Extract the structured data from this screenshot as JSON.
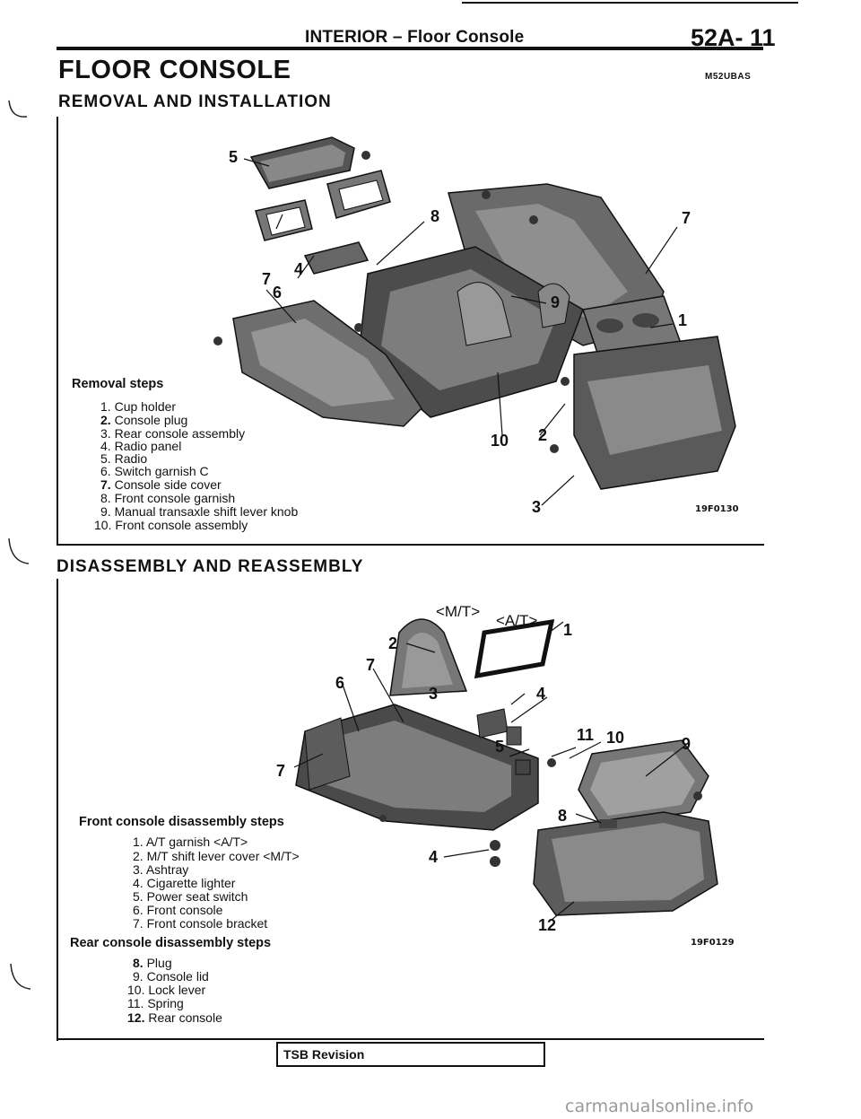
{
  "header": {
    "title": "INTERIOR – Floor Console",
    "page_number": "52A- 11"
  },
  "section": {
    "title": "FLOOR CONSOLE",
    "code": "M52UBAS"
  },
  "removal": {
    "title": "REMOVAL AND INSTALLATION",
    "steps_heading": "Removal steps",
    "steps": [
      {
        "num": "1.",
        "text": "Cup holder",
        "bold": false
      },
      {
        "num": "2.",
        "text": "Console plug",
        "bold": true
      },
      {
        "num": "3.",
        "text": "Rear console assembly",
        "bold": false
      },
      {
        "num": "4.",
        "text": "Radio panel",
        "bold": false
      },
      {
        "num": "5.",
        "text": "Radio",
        "bold": false
      },
      {
        "num": "6.",
        "text": "Switch garnish C",
        "bold": false
      },
      {
        "num": "7.",
        "text": "Console side cover",
        "bold": true
      },
      {
        "num": "8.",
        "text": "Front console garnish",
        "bold": false
      },
      {
        "num": "9.",
        "text": "Manual transaxle shift lever knob",
        "bold": false
      },
      {
        "num": "10.",
        "text": "Front console assembly",
        "bold": false
      }
    ],
    "figure_code": "19F0130",
    "callouts": [
      "5",
      "8",
      "7",
      "7",
      "4",
      "6",
      "9",
      "1",
      "10",
      "2",
      "3"
    ]
  },
  "disassembly": {
    "title": "DISASSEMBLY AND REASSEMBLY",
    "front_heading": "Front console disassembly steps",
    "front_steps": [
      {
        "num": "1.",
        "text": "A/T garnish <A/T>",
        "bold": false
      },
      {
        "num": "2.",
        "text": "M/T shift lever cover <M/T>",
        "bold": false
      },
      {
        "num": "3.",
        "text": "Ashtray",
        "bold": false
      },
      {
        "num": "4.",
        "text": "Cigarette lighter",
        "bold": false
      },
      {
        "num": "5.",
        "text": "Power seat switch",
        "bold": false
      },
      {
        "num": "6.",
        "text": "Front console",
        "bold": false
      },
      {
        "num": "7.",
        "text": "Front console bracket",
        "bold": false
      }
    ],
    "rear_heading": "Rear console disassembly steps",
    "rear_steps": [
      {
        "num": "8.",
        "text": "Plug",
        "bold": true
      },
      {
        "num": "9.",
        "text": "Console lid",
        "bold": false
      },
      {
        "num": "10.",
        "text": "Lock lever",
        "bold": false
      },
      {
        "num": "11.",
        "text": "Spring",
        "bold": false
      },
      {
        "num": "12.",
        "text": "Rear console",
        "bold": true
      }
    ],
    "figure_code": "19F0129",
    "tags": [
      "<M/T>",
      "<A/T>"
    ],
    "callouts": [
      "1",
      "2",
      "7",
      "6",
      "3",
      "4",
      "11",
      "10",
      "9",
      "5",
      "7",
      "8",
      "4",
      "12"
    ]
  },
  "footer": {
    "tsb_label": "TSB Revision"
  },
  "watermark": "carmanualsonline.info"
}
